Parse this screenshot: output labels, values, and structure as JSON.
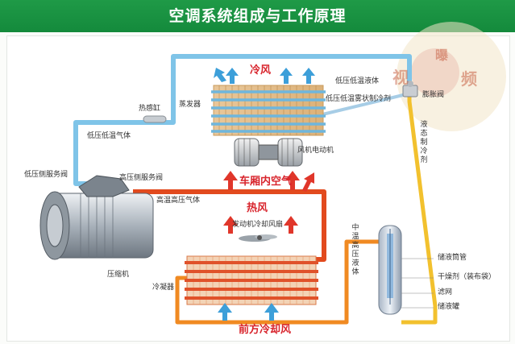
{
  "title": "空调系统组成与工作原理",
  "watermark": {
    "w1": "视",
    "w2": "频",
    "w3": "曝"
  },
  "labels": {
    "cold_air": "冷风",
    "hot_air": "热风",
    "cabin_air": "车厢内空气",
    "front_cooling_air": "前方冷却风",
    "low_pressure_gas": "低压低温气体",
    "low_pressure_side_valve": "低压侧服务阀",
    "high_pressure_side_valve": "高压侧服务阀",
    "high_pressure_gas": "高温高压气体",
    "thermal_bulb": "热感缸",
    "evaporator": "蒸发器",
    "low_pressure_liquid": "低压低温液体",
    "low_pressure_mist": "低压低温雾状制冷剂",
    "expansion_valve": "膨胀阀",
    "liquid_refrigerant": "液态制冷剂",
    "fan_motor": "风机电动机",
    "engine_fan": "发动机冷却风扇",
    "compressor": "压缩机",
    "condenser": "冷凝器",
    "mid_temp_liquid": "中温高压液体",
    "receiver_tube": "储液筒管",
    "desiccant": "干燥剂（装布袋）",
    "filter": "滤网",
    "receiver_tank": "储液罐"
  },
  "colors": {
    "header": "#1a9444",
    "hot_pipe": "#e24a1e",
    "cold_pipe": "#7fc4e8",
    "liquid_pipe": "#f2c12e",
    "arrow_red": "#e0362a",
    "arrow_blue": "#3d9fd9"
  }
}
